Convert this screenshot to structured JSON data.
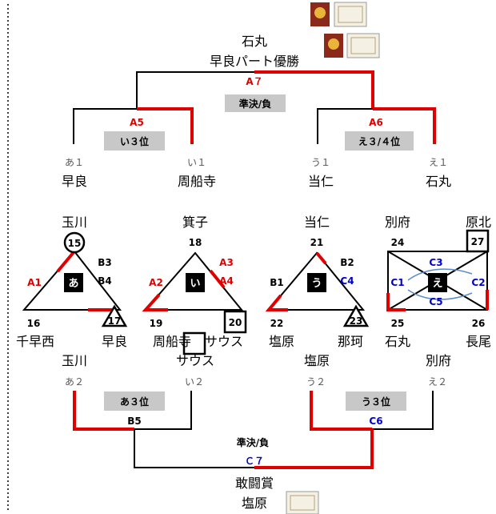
{
  "final": {
    "winner_name": "石丸",
    "title": "早良パート優勝",
    "match": "A７",
    "semi_label": "準決/負"
  },
  "semi1": {
    "match": "A5",
    "place": "い３位",
    "left_code": "あ１",
    "left_name": "早良",
    "right_code": "い１",
    "right_name": "周船寺"
  },
  "semi2": {
    "match": "A6",
    "place": "え３/４位",
    "left_code": "う１",
    "left_name": "当仁",
    "right_code": "え１",
    "right_name": "石丸"
  },
  "groupA": {
    "badge": "あ",
    "top_name": "玉川",
    "top_num": "15",
    "left_num": "16",
    "right_num": "17",
    "left_name": "千早西",
    "right_name": "早良",
    "bottom_name": "玉川",
    "code_left": "A1",
    "code_r1": "B3",
    "code_r2": "B4"
  },
  "groupI": {
    "badge": "い",
    "top_name": "箕子",
    "top_num": "18",
    "left_num": "19",
    "right_num": "20",
    "left_name": "周船寺",
    "right_name": "サウス",
    "bottom_name": "サウス",
    "code_left": "A2",
    "code_r1": "A3",
    "code_r2": "A4"
  },
  "groupU": {
    "badge": "う",
    "top_name": "当仁",
    "top_num": "21",
    "left_num": "22",
    "right_num": "23",
    "left_name": "塩原",
    "right_name": "那珂",
    "bottom_name": "塩原",
    "code_left": "B1",
    "code_r1": "B2",
    "code_r2": "C4"
  },
  "groupE": {
    "badge": "え",
    "tl_name": "別府",
    "tr_name": "原北",
    "tl_num": "24",
    "tr_num": "27",
    "bl_num": "25",
    "br_num": "26",
    "bl_name": "石丸",
    "br_name": "長尾",
    "bottom_name": "別府",
    "c1": "C1",
    "c2": "C2",
    "c3": "C3",
    "c5": "C5"
  },
  "lower": {
    "code_a": "あ２",
    "code_i": "い２",
    "code_u": "う２",
    "code_e": "え２",
    "place_left": "あ３位",
    "place_right": "う３位",
    "match_left": "B5",
    "match_right": "C6",
    "semi_label": "準決/負",
    "match_final": "Ｃ７",
    "prize": "敢闘賞",
    "prize_winner": "塩原"
  }
}
